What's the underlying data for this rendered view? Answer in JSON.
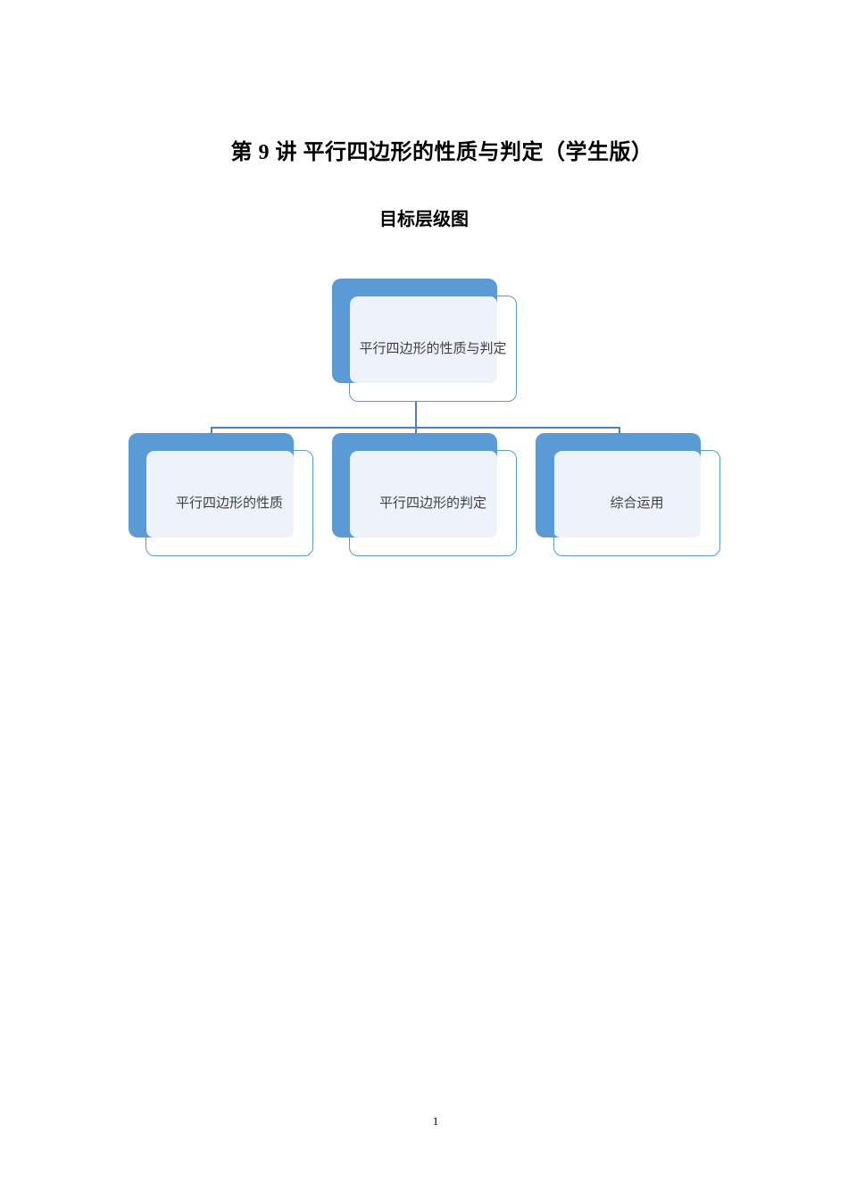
{
  "document": {
    "title": "第 9 讲  平行四边形的性质与判定（学生版）",
    "section_heading": "目标层级图",
    "page_number": "1"
  },
  "diagram": {
    "type": "hierarchy",
    "colors": {
      "back_box": "#5b9bd5",
      "front_fill": "#eef2fb",
      "front_border": "#5b9bd5",
      "connector": "#4f81bd",
      "text": "#404040"
    },
    "root": {
      "label": "平行四边形的性质与判定"
    },
    "children": [
      {
        "label": "平行四边形的性质"
      },
      {
        "label": "平行四边形的判定"
      },
      {
        "label": "综合运用"
      }
    ]
  }
}
